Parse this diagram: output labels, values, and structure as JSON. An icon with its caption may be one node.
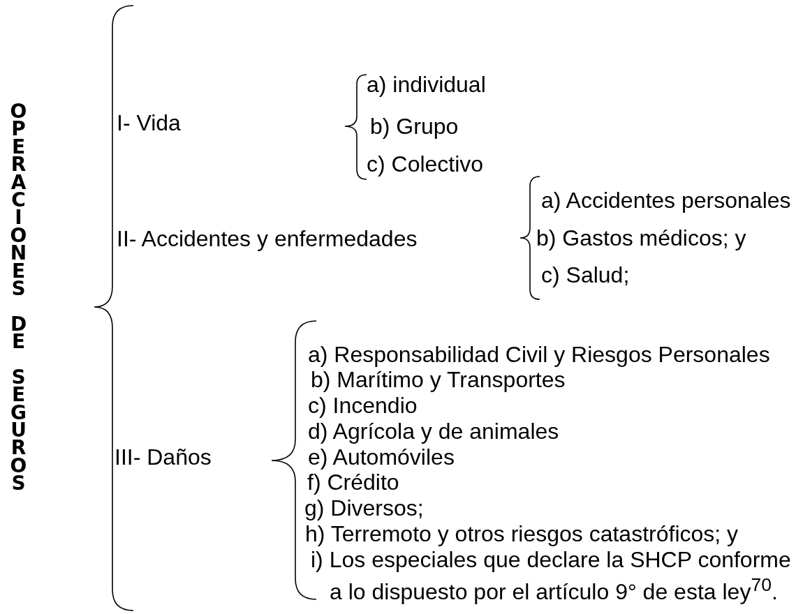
{
  "diagram": {
    "title": "OPERACIONES DE SEGUROS",
    "labels": [
      "I- Vida",
      "a) individual",
      "b) Grupo",
      "c) Colectivo",
      "II- Accidentes y enfermedades",
      "a) Accidentes personales",
      "b) Gastos médicos; y",
      "c) Salud;",
      "III- Daños",
      "a) Responsabilidad Civil y Riesgos Personales",
      "b) Marítimo y Transportes",
      "c) Incendio",
      "d) Agrícola y de animales",
      "e) Automóviles",
      "f) Crédito",
      "g) Diversos;",
      "h) Terremoto y otros riesgos catastróficos; y",
      "i) Los especiales que declare la SHCP conforme a lo dispuesto por el artículo 9° de esta ley$^{70}$."
    ]
  }
}
